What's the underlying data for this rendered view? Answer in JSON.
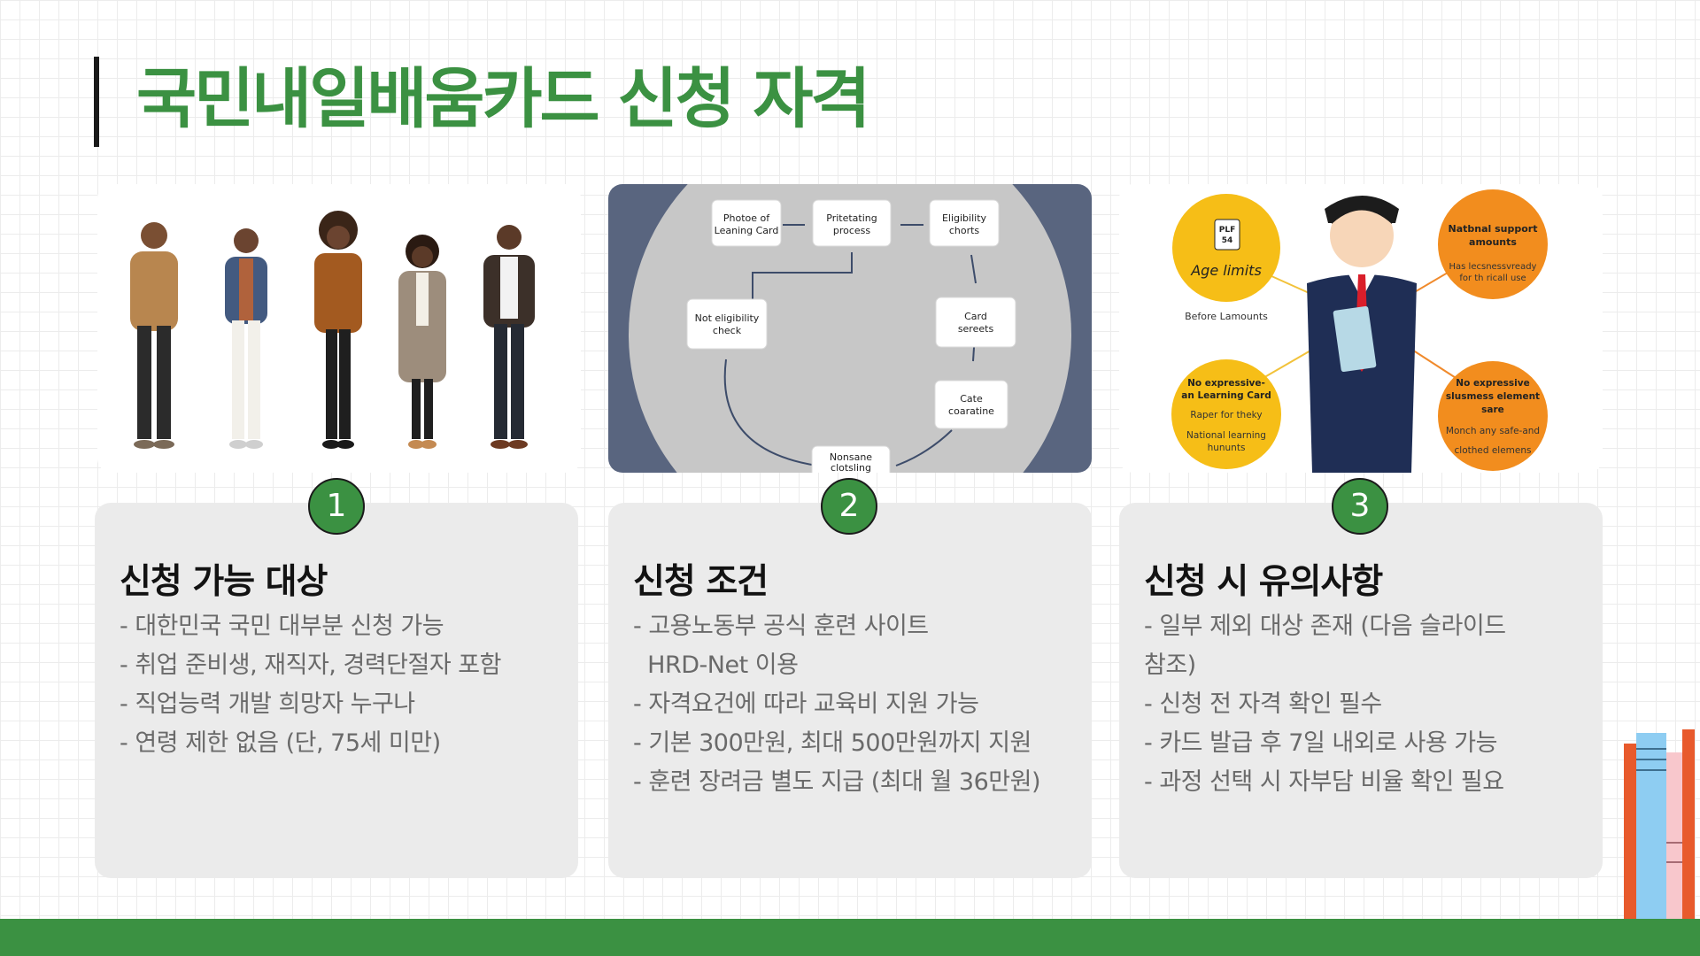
{
  "slide": {
    "title": "국민내일배움카드 신청 자격",
    "accent_color": "#3b9142",
    "footer_color": "#3b9142"
  },
  "images": {
    "people": {
      "icon": "people-group-photo"
    },
    "flow": {
      "icon": "process-flow-diagram",
      "nodes": [
        "Photoe of Leaning Card",
        "Pritetating process",
        "Eligibility chorts",
        "Card sereets",
        "Cate coaratine",
        "Nonsane clotsling",
        "Not eligibility check"
      ]
    },
    "infographic": {
      "icon": "businessman-infographic",
      "badge_age_title": "Age limits",
      "badge_age_icon_text": "PLF 54",
      "age_caption": "Before Lamounts",
      "badge_top_right_title": "Natbnal support amounts",
      "badge_top_right_text": "Has lecsnessvready for th ricall use",
      "badge_bottom_left_title": "No expressive- an Learning Card",
      "badge_bottom_left_text1": "Raper for theky",
      "badge_bottom_left_text2": "National learning hununts",
      "badge_bottom_right_title": "No expressive slusmess element sare",
      "badge_bottom_right_text": "Monch any safe-and clothed elemens"
    }
  },
  "cards": [
    {
      "number": "1",
      "heading": "신청 가능 대상",
      "items": [
        "- 대한민국 국민 대부분 신청 가능",
        "- 취업 준비생, 재직자, 경력단절자 포함",
        "- 직업능력 개발 희망자 누구나",
        "- 연령 제한 없음 (단, 75세 미만)"
      ]
    },
    {
      "number": "2",
      "heading": "신청 조건",
      "items": [
        "- 고용노동부 공식 훈련 사이트",
        "  HRD-Net 이용",
        "- 자격요건에 따라 교육비 지원 가능",
        "- 기본 300만원, 최대 500만원까지 지원",
        "- 훈련 장려금 별도 지급 (최대 월 36만원)"
      ]
    },
    {
      "number": "3",
      "heading": "신청 시 유의사항",
      "items": [
        "- 일부 제외 대상 존재 (다음 슬라이드",
        "참조)",
        "- 신청 전 자격 확인 필수",
        "- 카드 발급 후 7일 내외로 사용 가능",
        "- 과정 선택 시 자부담 비율 확인 필요"
      ]
    }
  ]
}
